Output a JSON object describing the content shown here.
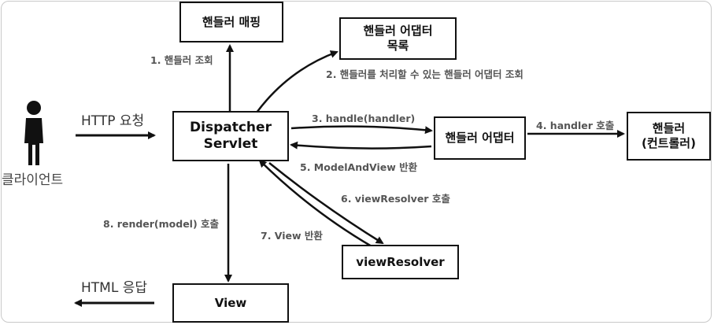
{
  "nodes": {
    "client_label": "클라이언트",
    "handler_mapping": "핸들러 매핑",
    "handler_adapter_list": "핸들러 어댑터\n목록",
    "dispatcher_servlet": "Dispatcher\nServlet",
    "handler_adapter": "핸들러 어댑터",
    "handler": "핸들러\n(컨트롤러)",
    "view_resolver": "viewResolver",
    "view": "View"
  },
  "edges": {
    "http_request": "HTTP 요청",
    "html_response": "HTML 응답",
    "step1": "1. 핸들러 조회",
    "step2": "2. 핸들러를 처리할 수 있는 핸들러 어댑터 조회",
    "step3": "3. handle(handler)",
    "step4": "4. handler 호출",
    "step5": "5. ModelAndView 반환",
    "step6": "6. viewResolver 호출",
    "step7": "7. View 반환",
    "step8": "8. render(model) 호출"
  }
}
